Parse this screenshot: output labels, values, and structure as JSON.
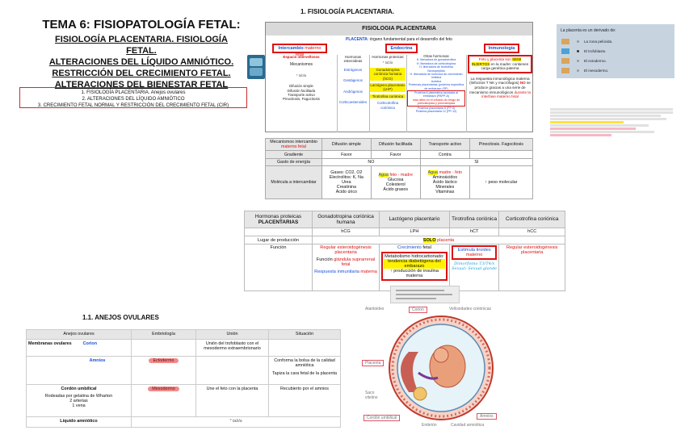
{
  "title": {
    "main": "TEMA 6: FISIOPATOLOGÍA FETAL:",
    "subtitle_lines": [
      "FISIOLOGÍA PLACENTARIA. FISIOLOGÍA FETAL.",
      "ALTERACIONES DEL LÍQUIDO AMNIÓTICO.",
      "RESTRICCIÓN DEL CRECIMIENTO FETAL.",
      "ALTERACIONES DEL BIENESTAR FETAL"
    ]
  },
  "index": [
    "1. FISIOLOGÍA PLACENTARIA. Anejos ovulares",
    "2. ALTERACIONES DEL LÍQUIDO AMNIÓTICO",
    "3. CRECIMIENTO FETAL NORMAL Y RESTRICCIÓN DEL CRECIMIENTO FETAL (CIR)"
  ],
  "section1_heading": "1. FISIOLOGÍA PLACENTARIA.",
  "placental_physiology": {
    "header": "FISIOLOGIA PLACENTARIA",
    "sub_bold": "PLACENTA",
    "sub_rest": ": órgano fundamental para el desarrollo del feto",
    "intercambio_a": "Intercambio",
    "intercambio_b": " materno fetal",
    "endocrina": "Endocrina",
    "inmunologia": "Inmunología",
    "col1": {
      "espacio": "Espacio intervellosos",
      "mecanismos": "Mecanismos",
      "tabla": "* tabla",
      "list": [
        "Difusión simple",
        "Difusión facilitada",
        "Transporte activo",
        "Pinocitosis, Fagocitosis"
      ]
    },
    "col2": {
      "title": "Hormonas esteroideas",
      "items": [
        "Estrógenos",
        "Gestágenos",
        "Andrógenos",
        "Corticoesteroides"
      ]
    },
    "col3": {
      "title": "Hormonas proteicas",
      "tabla": "* tabla",
      "items": [
        "Gonadotropina coriónica humana (hCG)",
        "Lactógeno placentario (LHP)",
        "Tirotrofina coriónica",
        "Corticotrofina coriónica"
      ]
    },
    "col4": {
      "title": "Otras hormonas",
      "items": [
        "H. liberadora de gonadotrofina",
        "H. liberadora de corticotropina",
        "H. liberadora de tirotrofina",
        "Neuropéptido",
        "H. liberadora de hormona de crecimiento",
        "Inhibina",
        "Activina",
        "Proteínas placentarias (proteína específica de embarazo (SP)",
        "Proteína A plasmática asociada al embarazo (PAPP-A)",
        "Proteína placentaria 5 (PP-5)",
        "Proteína placentaria 12 (PP-12)"
      ],
      "note": "más útiles en el cribado de riesgo de preeclampsia y preeclampsia"
    },
    "col5": {
      "text1a": "Feto y placenta son ",
      "text1b": "SEMI INJERTOS",
      "text1c": " en la madre: contienen carga genética paterna",
      "text2a": "La respuesta inmunológica materna (linfocitos T NK y macrófagos) ",
      "text2b": "NO",
      "text2c": " se produce gracias a una serie de mecanismo inmunológicos ",
      "text2d": "durante la interfase materno fetal"
    }
  },
  "mechanisms_table": {
    "headers": [
      "Mecanismos intercambio",
      "Difusión simple",
      "Difusión facilitada",
      "Transporte activo",
      "Pinocitosis. Fagocitosis"
    ],
    "header_sub": "materno fetal",
    "rows": [
      {
        "label": "Gradiente",
        "cells": [
          "Favor",
          "Favor",
          "Contra",
          ""
        ]
      },
      {
        "label": "Gasto de energía",
        "no": "NO",
        "si": "SI"
      },
      {
        "label": "Molécula a intercambiar",
        "c1": [
          "Gases: CO2, O2",
          "Electrolitos: K, Na",
          "Urea",
          "Creatinina",
          "Ácido úrico"
        ],
        "c2a": "Agua",
        "c2b": " feto - madre",
        "c2": [
          "Glucosa",
          "Colesterol",
          "Ácido grasos"
        ],
        "c3a": "Agua",
        "c3b": " madre - feto",
        "c3": [
          "Aminoácidos",
          "Ácido láctico",
          "Minerales",
          "Vitaminas"
        ],
        "c4": "↑ peso molecular"
      }
    ]
  },
  "hormones_table": {
    "corner": "Hormonas proteicas",
    "corner_bold": "PLACENTARIAS",
    "headers": [
      "Gonadotropina coriónica humana",
      "Lactógeno placentario",
      "Tirotrofina coriónica",
      "Corticotrofina coriónica"
    ],
    "abbrev": [
      "hCG",
      "LPH",
      "hCT",
      "hCC"
    ],
    "lugar_label": "Lugar de producción",
    "lugar_a": "SOLO",
    "lugar_b": " placenta",
    "funcion_label": "Función",
    "hcg": {
      "l1": "Regular esteroidogénesis placentaria",
      "l2a": "Función ",
      "l2b": "glándula suprarrenal fetal",
      "l3a": "Respuesta inmunitaria",
      "l3b": " materna"
    },
    "lph": {
      "l1a": "Crecimiento",
      "l1b": " fetal",
      "l2": "Metabolismo hidrocarbonado:",
      "l3": "tendencia diabetógena del embarazo",
      "l4": "↑ producción de insulina materna"
    },
    "hct": {
      "l1a": "Estimula tiroides",
      "l1b": " materno",
      "l2": "Dimorfismo T3/T4/s",
      "l3": "Sexual: Sexual glande"
    },
    "hcc": {
      "l1": "Regular esteroidogénesis placentaria"
    }
  },
  "quiz": {
    "title": "La placenta es un derivado de:",
    "options": [
      "La zona pelúcida.",
      "El trofoblasto.",
      "El ectodermo.",
      "El mesodermo."
    ],
    "selected_index": 1,
    "colors": {
      "option": "#d9a55a",
      "selected": "#4aa3d8",
      "panel": "#c7d4e0"
    }
  },
  "section2_heading": "1.1. ANEJOS OVULARES",
  "membranes_table": {
    "headers": [
      "Anejos ovulares",
      "Embriología",
      "Unión",
      "Situación"
    ],
    "rows": [
      {
        "c0": "Membranas ovulares",
        "c0b": "Corion",
        "c1": "",
        "c2": "Unión del trofoblasto con el mesodermo extraembrionario",
        "c3": ""
      },
      {
        "c0": "",
        "c0b": "Amnios",
        "c1": "Ectodermo",
        "c2": "",
        "c3": [
          "Conforma la bolsa de la calidad amniótica",
          "Tapiza la cara fetal de la placenta"
        ]
      },
      {
        "c0": "Cordón umbilical",
        "c0sub": [
          "Rodeadas por gelatina de Wharton",
          "2 arterias",
          "1 vena"
        ],
        "c1": "Mesodermo",
        "c2": "Une el feto con la placenta",
        "c3": "Recubierto por el amnios"
      },
      {
        "c0": "Líquido amniótico",
        "c1": "* tabla"
      }
    ]
  },
  "illustration": {
    "labels": {
      "alantoides": "Alantoides",
      "corion": "Corion",
      "vellosidades": "Vellosidades coriónicas",
      "placenta": "Placenta",
      "saco": "Saco vitelino",
      "cordon": "Cordón umbilical",
      "embrion": "Embrión",
      "cavidad": "Cavidad amniótica",
      "amnios": "Amnios"
    }
  }
}
